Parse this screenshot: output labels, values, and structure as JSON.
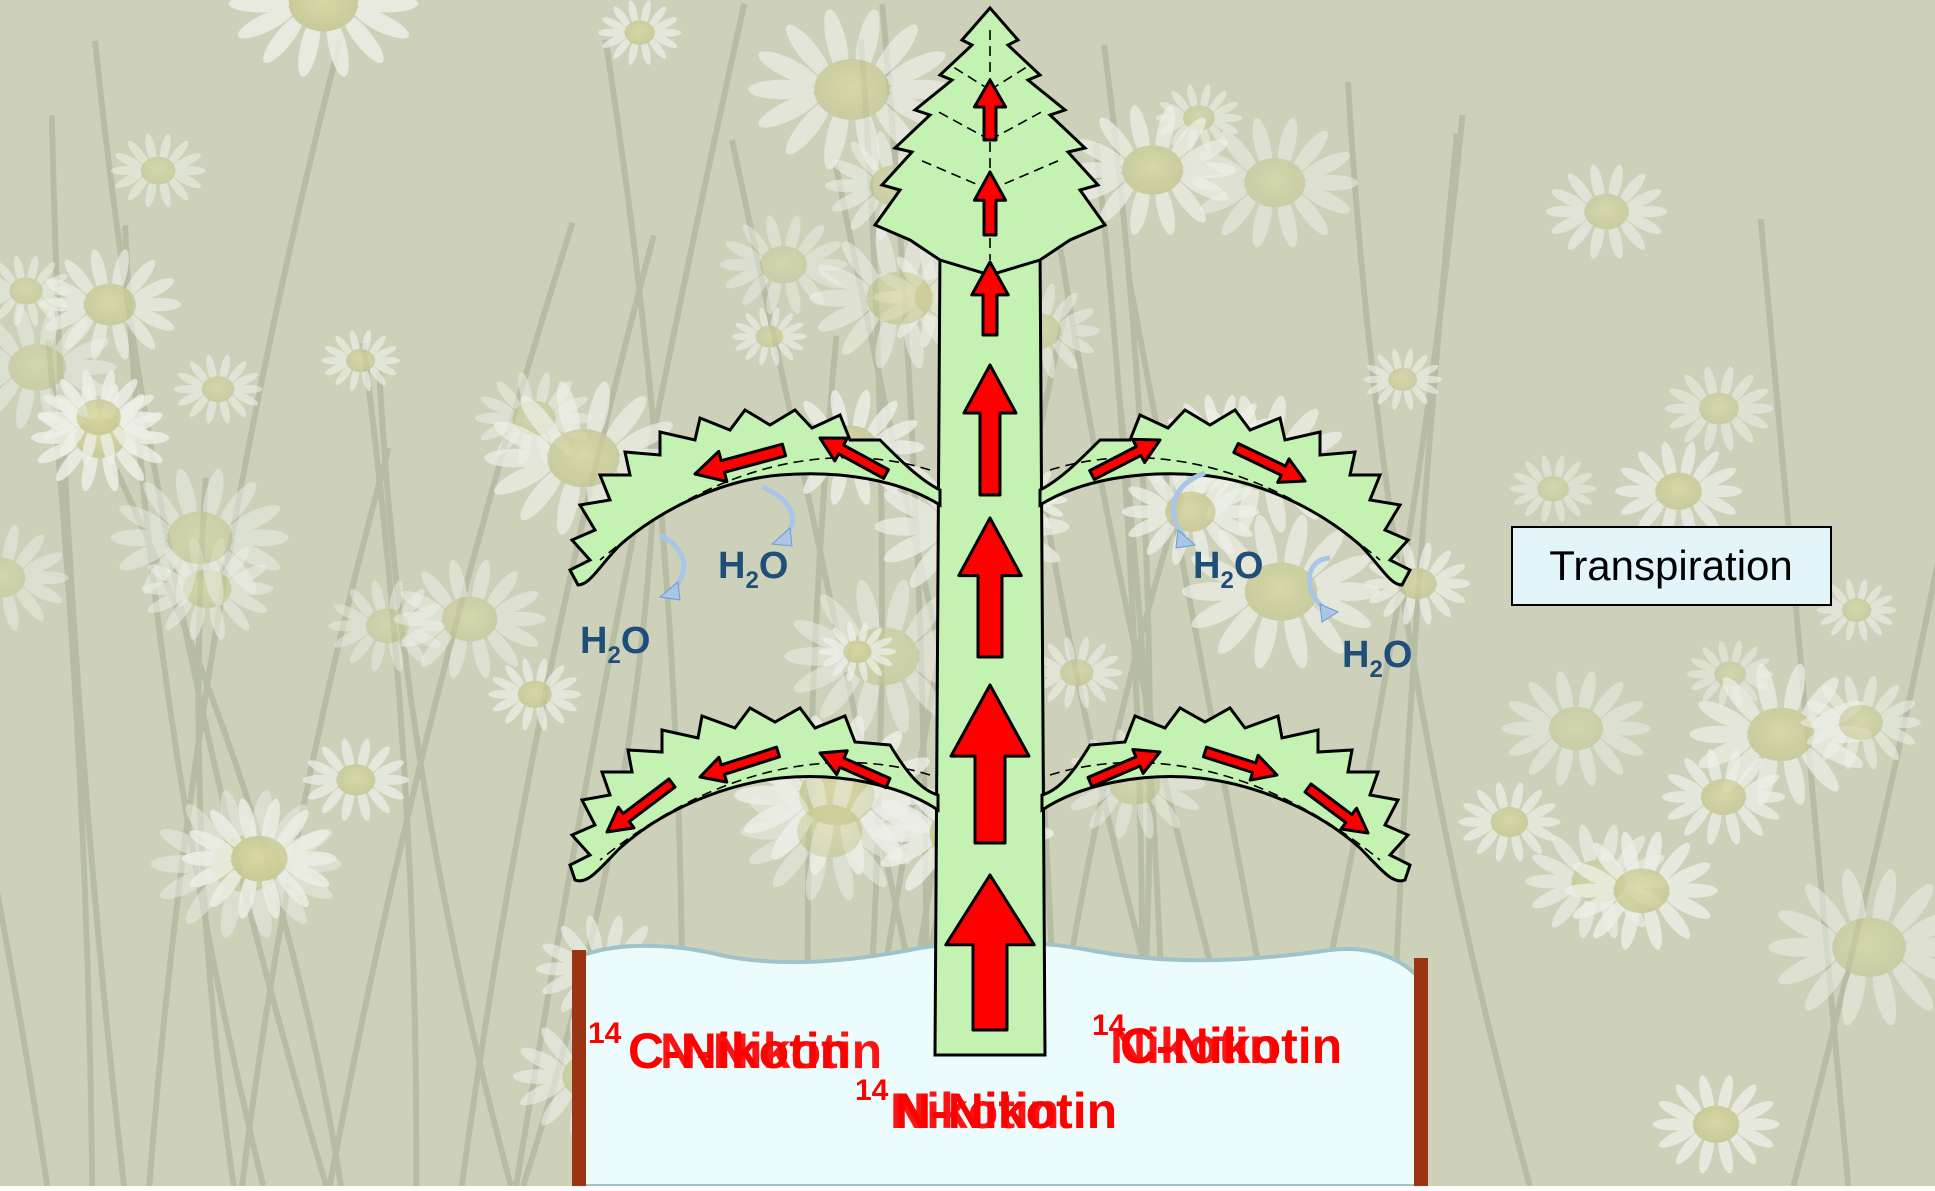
{
  "colors": {
    "background_tint": "#bdc3a8",
    "leaf_fill": "#c4f2b3",
    "outline": "#000000",
    "flow_arrow": "#ff0000",
    "soil": "#ecfcfd",
    "soil_edge": "#9fc3c8",
    "pot_wall": "#9a3412",
    "water_label": "#1f4e79",
    "water_arrow": "#a7c6e8",
    "nicotine_label": "#ff0000",
    "label_box_fill": "#e3f5f9"
  },
  "labels": {
    "transpiration": "Transpiration",
    "water_base": "H",
    "water_sub": "2",
    "water_tail": "O",
    "nicotine_sup_a": "14",
    "nicotine_base_a": "C-Nikotin",
    "nicotine_sup_b": "14",
    "nicotine_base_b": "N-Nikotin",
    "nicotine_sup_c": "14",
    "nicotine_base_c": "Nikotin"
  },
  "icons": {
    "background": "chamomile-meadow-photo",
    "plant": "plant-stem-with-leaves",
    "flow": "upward-transport-arrow",
    "transpiration": "curved-water-arrow",
    "pot": "soil-pot"
  }
}
